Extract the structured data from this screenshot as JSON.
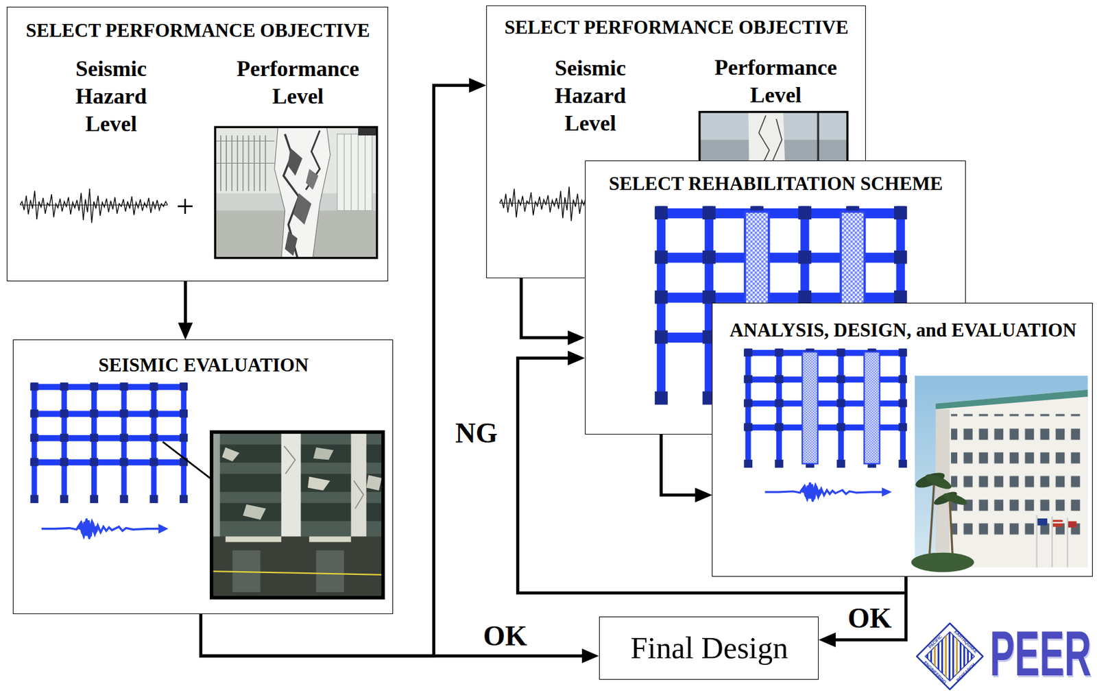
{
  "diagram": {
    "nodes": [
      {
        "text": [
          "SELECT PERFORMANCE OBJECTIVE",
          "Seismic Hazard Level",
          "Performance Level"
        ]
      },
      {
        "text": [
          "SEISMIC EVALUATION"
        ]
      },
      {
        "text": [
          "SELECT PERFORMANCE OBJECTIVE",
          "Seismic Hazard Level",
          "Performance Level"
        ]
      },
      {
        "text": [
          "SELECT REHABILITATION SCHEME"
        ]
      },
      {
        "text": [
          "ANALYSIS, DESIGN, and EVALUATION"
        ]
      },
      {
        "text": [
          "Final Design"
        ]
      }
    ],
    "edges": [
      {
        "from": 0,
        "to": 1,
        "arrow": "to"
      },
      {
        "from": 1,
        "to": 2,
        "label": "NG",
        "arrow": "to"
      },
      {
        "from": 1,
        "to": 5,
        "label": "OK",
        "arrow": "to"
      },
      {
        "from": 2,
        "to": 3,
        "arrow": "to"
      },
      {
        "from": 3,
        "to": 4,
        "arrow": "to"
      },
      {
        "from": 4,
        "to": 3,
        "arrow": "to"
      },
      {
        "from": 4,
        "to": 5,
        "label": "OK",
        "arrow": "to"
      }
    ],
    "labels": [
      "+",
      "PACIFIC",
      "EARTHQUAKE",
      "ENGINEERING",
      "RESEARCH",
      "PEER"
    ]
  }
}
